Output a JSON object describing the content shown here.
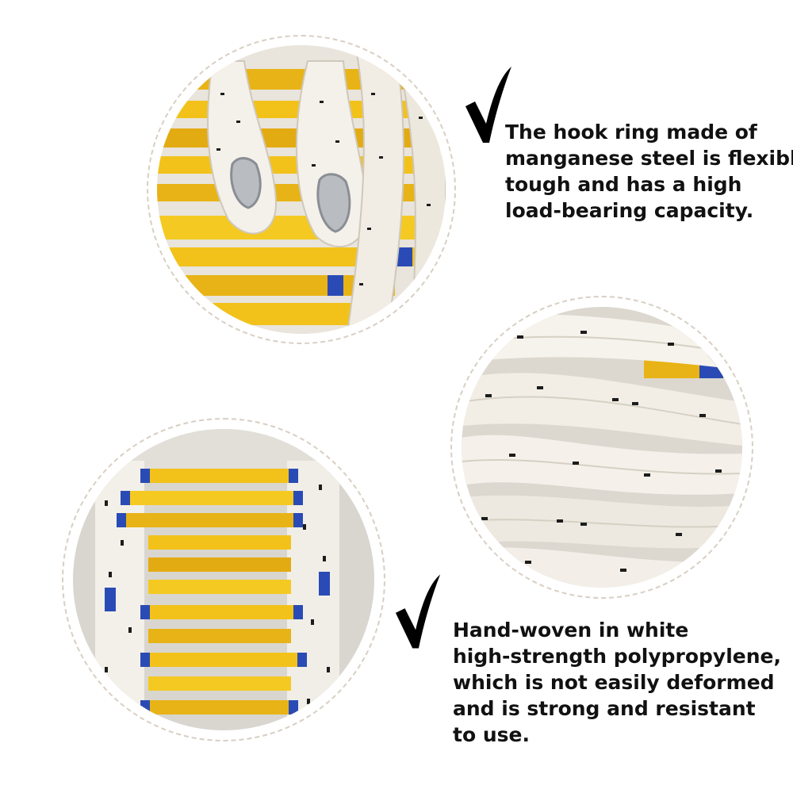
{
  "feature_1": {
    "lines": [
      "The hook ring made of",
      "manganese steel is flexible,",
      "tough and has a high",
      "load-bearing capacity."
    ],
    "check_icon": "checkmark-icon"
  },
  "feature_2": {
    "lines": [
      "Hand-woven in white",
      "high-strength polypropylene,",
      "which is not easily deformed",
      "and is strong and resistant",
      "to use."
    ],
    "check_icon": "checkmark-icon"
  },
  "photos": [
    {
      "name": "hook-ring-photo",
      "depicts": "white rope loops with steel thimbles over yellow rungs"
    },
    {
      "name": "rope-closeup-photo",
      "depicts": "close-up of braided white rope with black flecks"
    },
    {
      "name": "ladder-photo",
      "depicts": "folded rope ladder with yellow rungs and blue clips"
    }
  ],
  "colors": {
    "rung_yellow": "#f2c21a",
    "rope_white": "#f4f1ea",
    "clip_blue": "#2a4bb5",
    "fleck_black": "#1c1c1c",
    "text": "#111111",
    "ring_dash": "#d8cfc4"
  }
}
